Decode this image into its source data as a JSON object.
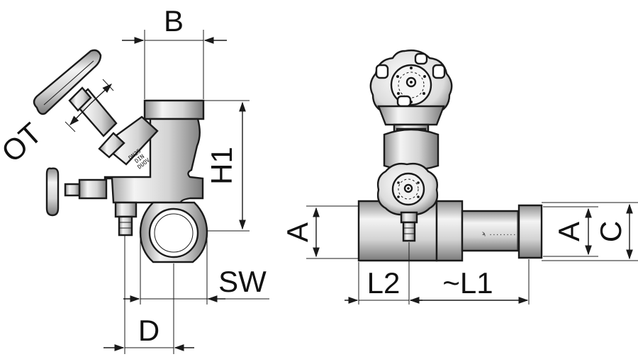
{
  "side_view": {
    "dim_B": "B",
    "dim_H1": "H1",
    "dim_OT": "OT",
    "dim_SW": "SW",
    "dim_D": "D",
    "body_marking": [
      "DN25",
      "DIN",
      "DUOV"
    ]
  },
  "front_view": {
    "dim_A_left": "A",
    "dim_A_right": "A",
    "dim_C": "C",
    "dim_L2": "L2",
    "dim_L1": "~L1"
  },
  "colors": {
    "line": "#1a1a1a",
    "metal_light": "#e6e6e6",
    "metal_mid": "#b9b9b9",
    "metal_dark": "#5a5a5a",
    "background": "#ffffff"
  }
}
